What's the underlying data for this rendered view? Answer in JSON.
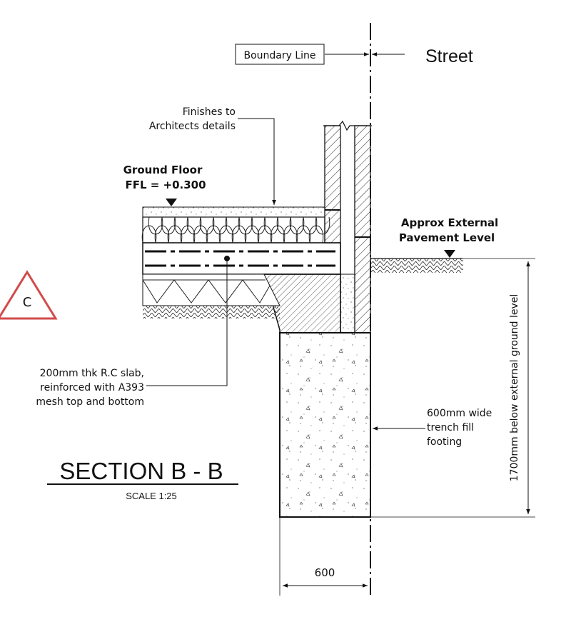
{
  "drawing": {
    "title": "SECTION  B - B",
    "scale": "SCALE 1:25",
    "street_label": "Street",
    "boundary_label": "Boundary Line",
    "revision_marker": "C"
  },
  "annotations": {
    "finishes": [
      "Finishes to",
      "Architects details"
    ],
    "ground_floor": [
      "Ground Floor",
      "FFL  =  +0.300"
    ],
    "pavement": [
      "Approx External",
      "Pavement Level"
    ],
    "slab": [
      "200mm thk R.C slab,",
      "reinforced with A393",
      "mesh top and bottom"
    ],
    "footing": [
      "600mm wide",
      "trench fill",
      "footing"
    ]
  },
  "dimensions": {
    "footing_width": "600",
    "depth": "1700mm below external ground level"
  }
}
